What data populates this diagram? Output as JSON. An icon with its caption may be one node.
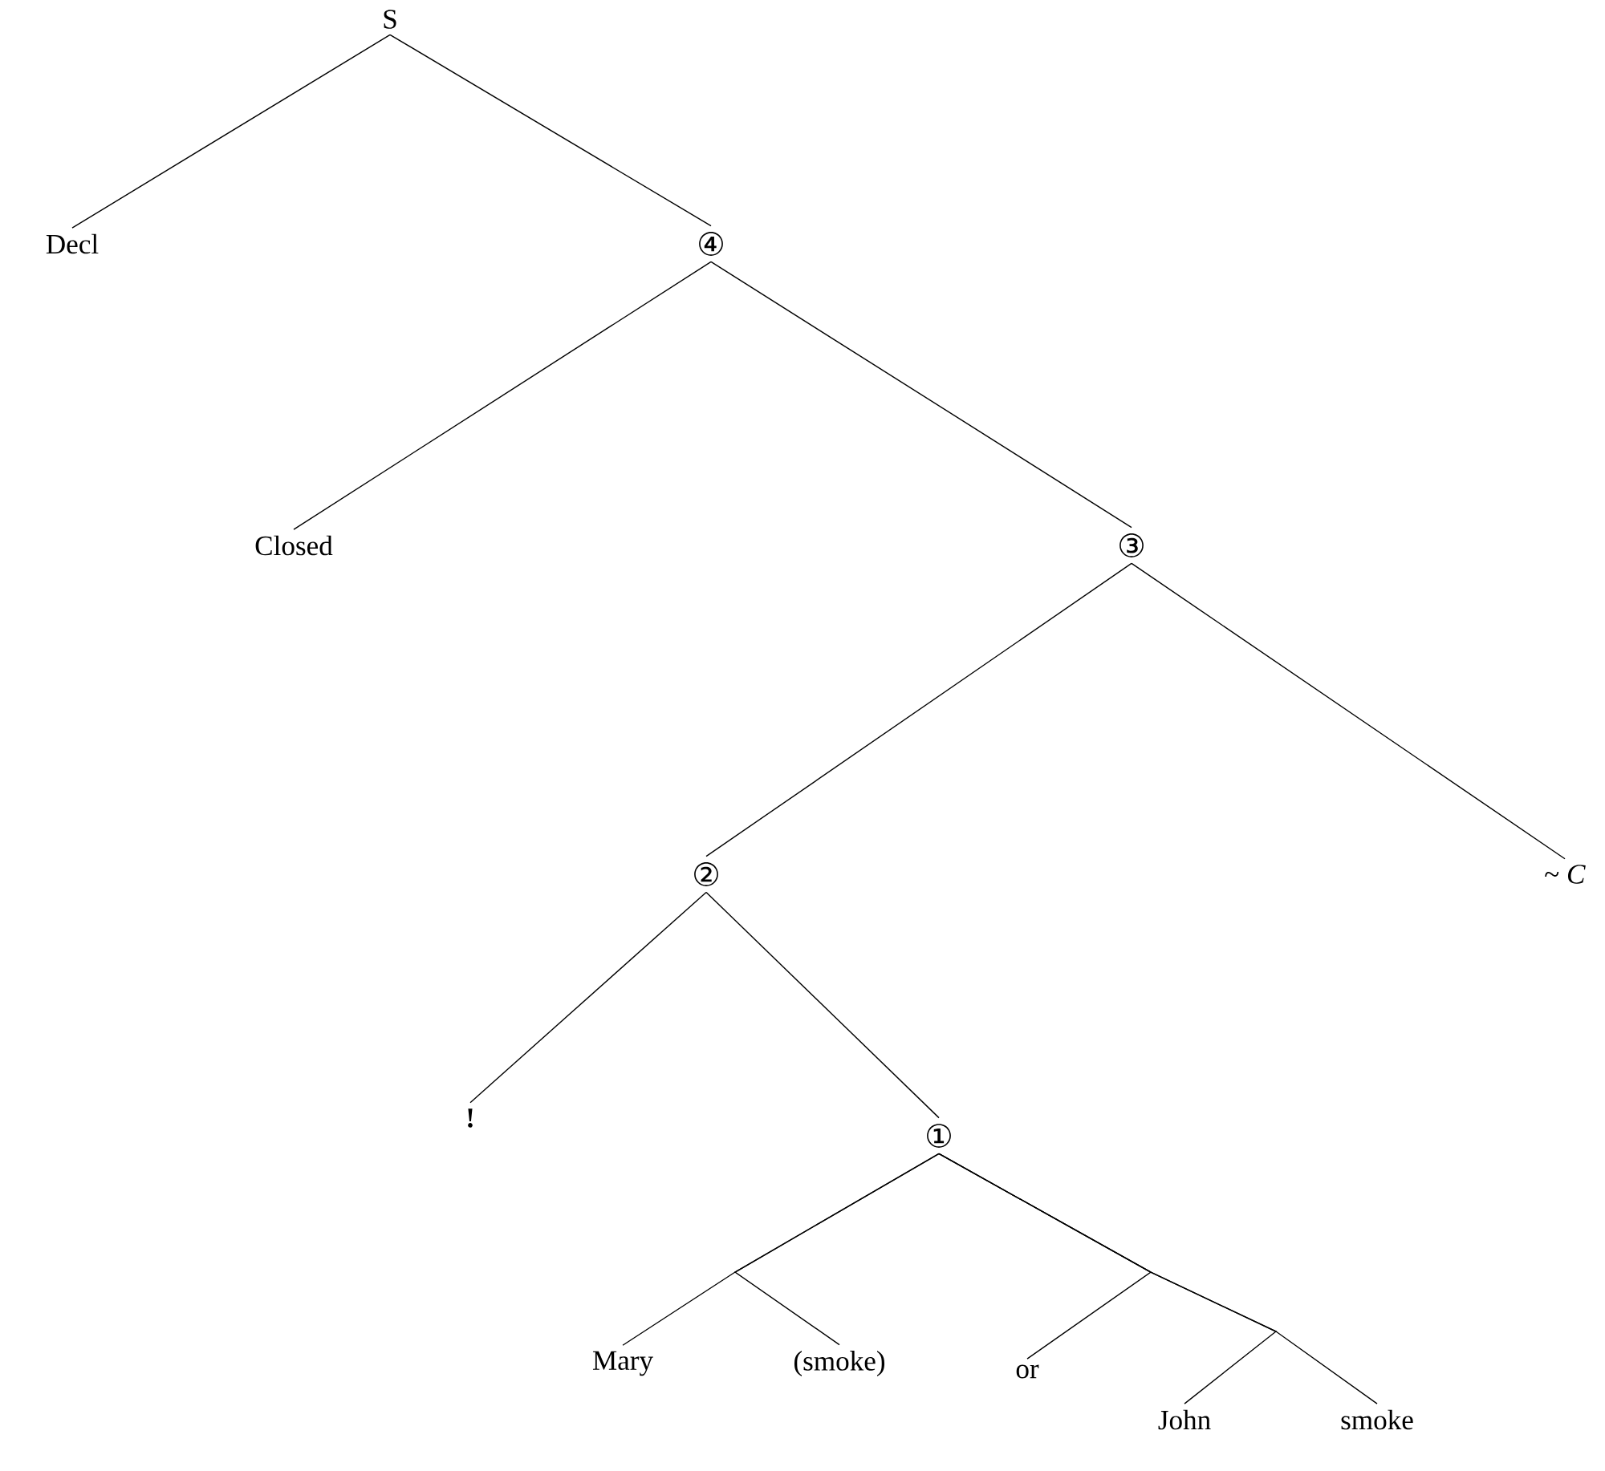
{
  "diagram": {
    "nodes": [
      {
        "text": [
          "S"
        ]
      },
      {
        "text": [
          "Decl"
        ]
      },
      {
        "text": [
          "④"
        ]
      },
      {
        "text": [
          "Closed"
        ]
      },
      {
        "text": [
          "③"
        ]
      },
      {
        "text": [
          "②"
        ]
      },
      {
        "text": [
          "~ *C*"
        ]
      },
      {
        "text": [
          "!"
        ]
      },
      {
        "text": [
          "①"
        ]
      },
      {
        "text": [
          "Mary"
        ]
      },
      {
        "text": [
          "(smoke)"
        ]
      },
      {
        "text": [
          "or"
        ]
      },
      {
        "text": [
          "John"
        ]
      },
      {
        "text": [
          "smoke"
        ]
      }
    ],
    "edges": [
      {
        "from": 0,
        "to": 1,
        "arrow": "none"
      },
      {
        "from": 0,
        "to": 2,
        "arrow": "none"
      },
      {
        "from": 2,
        "to": 3,
        "arrow": "none"
      },
      {
        "from": 2,
        "to": 4,
        "arrow": "none"
      },
      {
        "from": 4,
        "to": 5,
        "arrow": "none"
      },
      {
        "from": 4,
        "to": 6,
        "arrow": "none"
      },
      {
        "from": 5,
        "to": 7,
        "arrow": "none"
      },
      {
        "from": 5,
        "to": 8,
        "arrow": "none"
      },
      {
        "from": 8,
        "to": 9,
        "arrow": "none"
      },
      {
        "from": 8,
        "to": 10,
        "arrow": "none"
      },
      {
        "from": 8,
        "to": 11,
        "arrow": "none"
      },
      {
        "from": 8,
        "to": 12,
        "arrow": "none"
      },
      {
        "from": 8,
        "to": 13,
        "arrow": "none"
      }
    ]
  }
}
